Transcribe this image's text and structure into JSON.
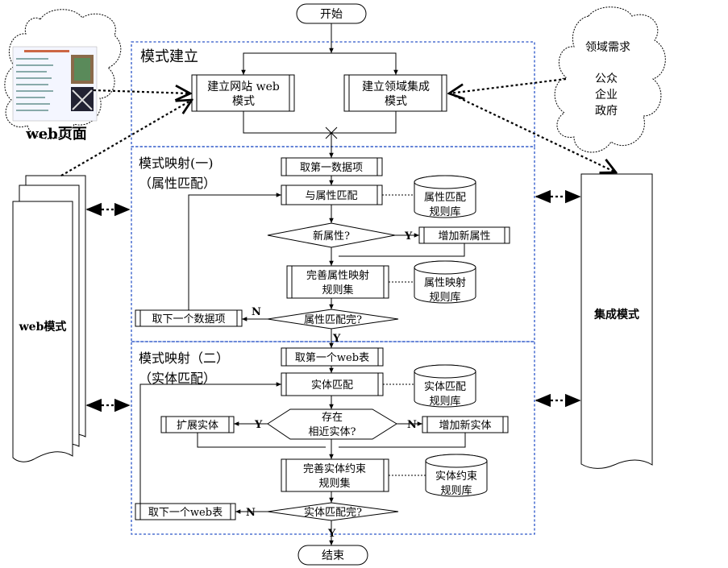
{
  "start": "开始",
  "end": "结束",
  "cloud_left": {
    "label": "web页面"
  },
  "cloud_right": {
    "title": "领域需求",
    "lines": [
      "公众",
      "企业",
      "政府"
    ]
  },
  "left_doc": "web模式",
  "right_doc": "集成模式",
  "section1": {
    "title": "模式建立",
    "box_web": [
      "建立网站 web",
      "模式"
    ],
    "box_domain": [
      "建立领域集成",
      "模式"
    ]
  },
  "section2": {
    "title": [
      "模式映射(一)",
      "（属性匹配）"
    ],
    "take_first": "取第一数据项",
    "match_attr": "与属性匹配",
    "attr_rules_db": [
      "属性匹配",
      "规则库"
    ],
    "new_attr_q": "新属性?",
    "add_new_attr": "增加新属性",
    "refine_attr": [
      "完善属性映射",
      "规则集"
    ],
    "attr_map_db": [
      "属性映射",
      "规则库"
    ],
    "attr_done_q": "属性匹配完?",
    "take_next": "取下一个数据项"
  },
  "section3": {
    "title": [
      "模式映射（二）",
      "（实体匹配）"
    ],
    "take_first_table": "取第一个web表",
    "entity_match": "实体匹配",
    "entity_match_db": [
      "实体匹配",
      "规则库"
    ],
    "exists_q": [
      "存在",
      "相近实体?"
    ],
    "extend_entity": "扩展实体",
    "add_new_entity": "增加新实体",
    "refine_constraints": [
      "完善实体约束",
      "规则集"
    ],
    "entity_constraint_db": [
      "实体约束",
      "规则库"
    ],
    "entity_done_q": "实体匹配完?",
    "take_next_table": "取下一个web表"
  },
  "labels": {
    "yes": "Y",
    "no": "N"
  }
}
